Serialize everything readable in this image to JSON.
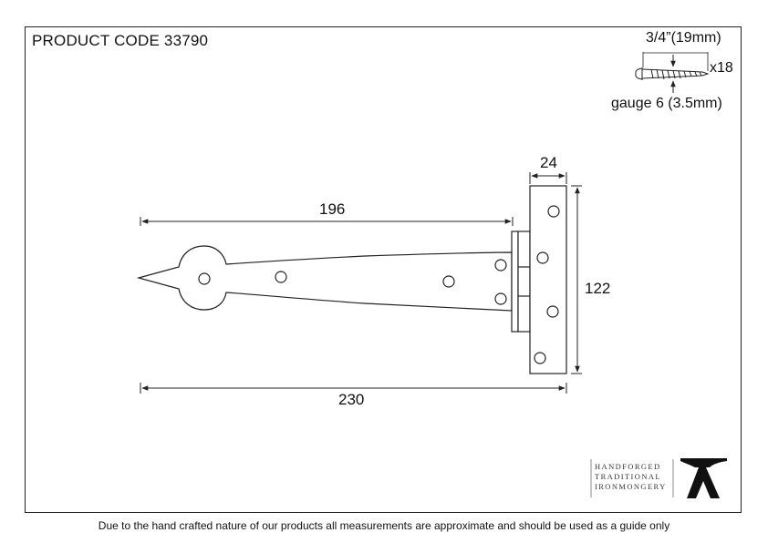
{
  "header": {
    "product_code": "PRODUCT CODE 33790"
  },
  "screw": {
    "length_label": "3/4”(19mm)",
    "quantity_label": "x18",
    "gauge_label": "gauge 6 (3.5mm)",
    "icon": "screw-icon"
  },
  "dimensions": {
    "strap_length": "196",
    "overall_length": "230",
    "plate_width": "24",
    "plate_height": "122"
  },
  "logo": {
    "lines": [
      "HANDFORGED",
      "TRADITIONAL",
      "IRONMONGERY"
    ],
    "icon": "anvil-logo-icon"
  },
  "footer": {
    "note": "Due to the hand crafted nature of our products all measurements are approximate and should be used as a guide only"
  },
  "colors": {
    "line": "#222222",
    "background": "#ffffff"
  }
}
